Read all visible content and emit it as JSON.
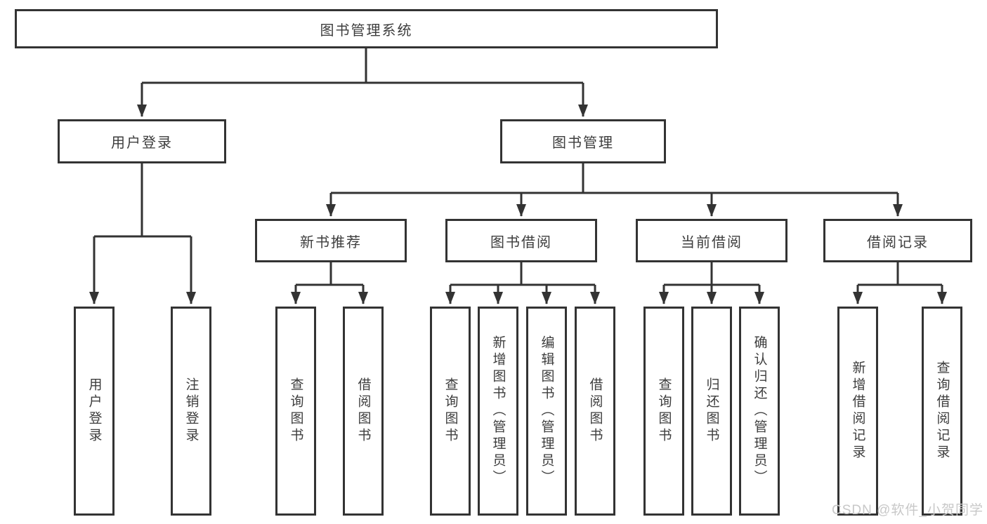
{
  "diagram": {
    "root_label": "图书管理系统",
    "level2": {
      "user_login": "用户登录",
      "book_mgmt": "图书管理"
    },
    "level3": {
      "new_book_rec": "新书推荐",
      "book_borrow": "图书借阅",
      "current_borrow": "当前借阅",
      "borrow_records": "借阅记录"
    },
    "leaves": {
      "user_login": "用户登录",
      "logout": "注销登录",
      "query_book_a": "查询图书",
      "borrow_book_a": "借阅图书",
      "query_book_b": "查询图书",
      "add_book_admin": "新增图书（管理员）",
      "edit_book_admin": "编辑图书（管理员）",
      "borrow_book_b": "借阅图书",
      "query_book_c": "查询图书",
      "return_book": "归还图书",
      "confirm_return_admin": "确认归还（管理员）",
      "add_borrow_record": "新增借阅记录",
      "query_borrow_record": "查询借阅记录"
    },
    "hierarchy": {
      "图书管理系统": [
        "用户登录",
        "图书管理"
      ],
      "用户登录": [
        "用户登录",
        "注销登录"
      ],
      "图书管理": [
        "新书推荐",
        "图书借阅",
        "当前借阅",
        "借阅记录"
      ],
      "新书推荐": [
        "查询图书",
        "借阅图书"
      ],
      "图书借阅": [
        "查询图书",
        "新增图书（管理员）",
        "编辑图书（管理员）",
        "借阅图书"
      ],
      "当前借阅": [
        "查询图书",
        "归还图书",
        "确认归还（管理员）"
      ],
      "借阅记录": [
        "新增借阅记录",
        "查询借阅记录"
      ]
    },
    "colors": {
      "line": "#333333",
      "box_border": "#333333",
      "text": "#3d3d3d",
      "watermark": "#c8c8c8",
      "background": "#ffffff"
    },
    "watermark": "CSDN @软件_小贺同学"
  }
}
